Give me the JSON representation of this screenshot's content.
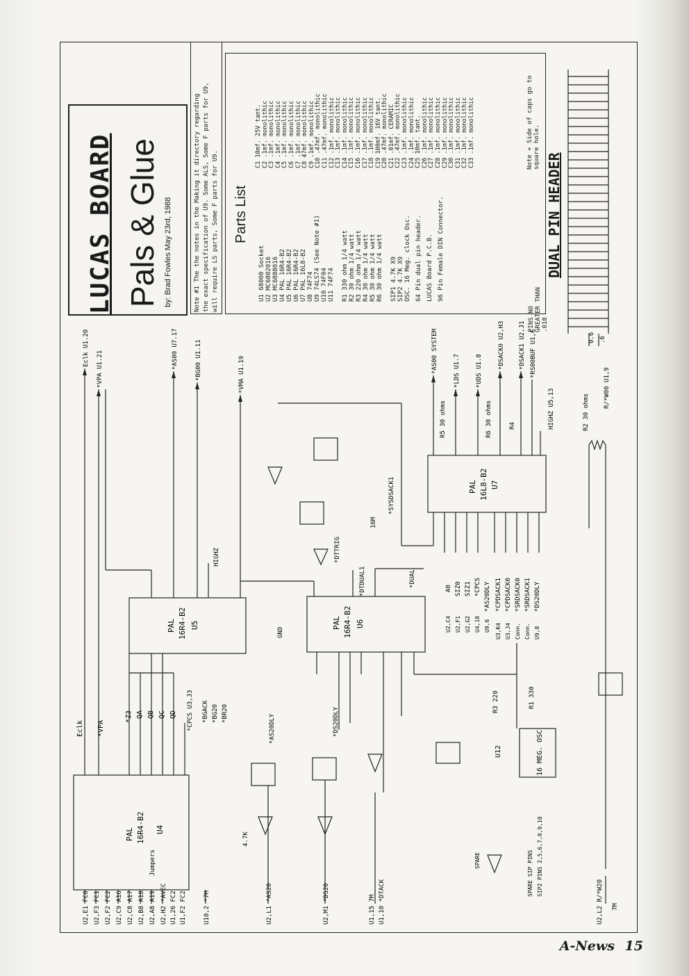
{
  "title": {
    "board": "LUCAS BOARD",
    "subtitle": "Pals & Glue",
    "byline": "by: Brad Fowles  May 23rd, 1988"
  },
  "note": [
    "Note #1 The the notes in the Making it directory regarding",
    "the exact specification of U9. Some ALS, Some F parts for U9,",
    "will require LS parts, Some F parts for U9."
  ],
  "parts_list": {
    "title": "Parts List",
    "ics": [
      "U1  68000 Socket",
      "U2  MC6802016",
      "U3  MC6888016",
      "U4  PAL 16R4-B2",
      "U5  PAL 16R4-B2",
      "U6  PAL 16R4-B2",
      "U7  PAL 16L8-B2",
      "U8  74F74",
      "U9  74LS74 (See Note #1)",
      "U10 74F04",
      "U11 74F74"
    ],
    "resistors": [
      "R1  330 ohm 1/4 watt",
      "R2  30 ohm 1/4 watt",
      "R3  220 ohm 1/4 watt",
      "R4  30 ohm 1/4 watt",
      "R5  30 ohm 1/4 watt",
      "R6  30 ohm 1/4 watt"
    ],
    "misc": [
      "SIP1  4.7K X9",
      "SIP2  4.7K X9",
      "OSC.  16 Meg. clock Osc.",
      "64 Pin dual pin header.",
      "LUCAS Board P.C.B.",
      "96 Pin Female DIN Connector."
    ],
    "caps": [
      "C1  10mf. 25V tant.",
      "C2  .1mf. monolithic",
      "C3  .1mf. monolithic",
      "C4  .1mf. monolithic",
      "C5  .1mf. monolithic",
      "C6  .1mf. monolithic",
      "C7  .1mf. monolithic",
      "C8  47mf. monolithic",
      "C9  .1mf. monolithic",
      "C10 .47mf. monolithic",
      "C11 .47mf. monolithic",
      "C12 .1mf. monolithic",
      "C13 .1mf. monolithic",
      "C14 .1mf. monolithic",
      "C15 .1mf. monolithic",
      "C16 .1mf. monolithic",
      "C17 .1mf. monolithic",
      "C18 .1mf. monolithic",
      "C19 100mf. 16V tant.",
      "C20 .47mf. monolithic",
      "C21 .01mf. CERAMIC",
      "C22 .47mf. monolithic",
      "C23 .1mf. monolithic",
      "C24 .1mf. monolithic",
      "C25 10mf. tant.",
      "C26 .1mf. monolithic",
      "C27 .1mf. monolithic",
      "C28 .1mf. monolithic",
      "C29 .1mf. monolithic",
      "C30 .1mf. monolithic",
      "C31 .1mf. monolithic",
      "C32 .1mf. monolithic",
      "C33 .1mf. monolithic"
    ],
    "caps_note": "Note + Side of caps go to square hole."
  },
  "header": {
    "label": "DUAL PIN HEADER",
    "pins_note": "PINS NO GREATER THAN .018",
    "dim_a": "0.6",
    "dim_b": ".6"
  },
  "chips": {
    "u4": {
      "type": "PAL",
      "part": "16R4-B2",
      "ref": "U4"
    },
    "u5": {
      "type": "PAL",
      "part": "16R4-B2",
      "ref": "U5"
    },
    "u6": {
      "type": "PAL",
      "part": "16R4-B2",
      "ref": "U6"
    },
    "u7": {
      "type": "PAL",
      "part": "16L8-B2",
      "ref": "U7"
    },
    "u12": {
      "type": "16 MEG. OSC",
      "ref": "U12"
    }
  },
  "right_signals": [
    "Eclk U1.20",
    "*VPA U1.21",
    "*AS00 U7.17",
    "*BG00 U1.11",
    "*VMA U1.19",
    "*AS00 SYSTEM",
    "*LDS U1.7",
    "*UDS U1.8",
    "*DSACK0 U2,H3",
    "*DSACK1 U2,J1",
    "*RS00BUF U1,6",
    "HIGHZ U5,13",
    "R/*W00 U1,9"
  ],
  "left_signals": [
    "U2,E1  FC0",
    "U2,F3  FC1",
    "U2,F2  FC2",
    "U2,C9  A16",
    "U2,C8  A17",
    "U2,B8  A18",
    "U2,A8  A19",
    "U2,H2 *AVEC",
    "U1,26  FC2",
    "U1,F2  FC2",
    "U10,2 *7M",
    "U2,L1 *AS20",
    "U2,M1 *DS20",
    "U1,15  7M",
    "U1,10 *DTACK",
    "U2,L2 R/*W20",
    "7M"
  ],
  "middle_labels": {
    "eclk": "Eclk",
    "vpa": "*VPA",
    "z3": "*Z3",
    "qa": "QA",
    "qb": "QB",
    "qc": "QC",
    "qd": "QD",
    "cpcs": "*CPCS U3,J3",
    "bgack": "*BGACK",
    "bg20": "*BG20",
    "br20": "*BR20",
    "jumpers": "Jumpers",
    "highz": "HIGHZ",
    "dtrig": "*DTTRIG",
    "dtdual": "*DTDUAL1",
    "dual": "*DUAL",
    "sysdsack": "*SYSDSACK1",
    "m16": "16M",
    "gnd": "GND",
    "as20dly": "*AS20DLY",
    "ds20dly": "*DS20DLY",
    "spare": "SPARE",
    "spare_sip": "SPARE SIP PINS",
    "sip2_pins": "SIP2 PINS 2,5,6,7,8,9,10",
    "k47": "4.7K",
    "r3": "R3 220",
    "r1": "R1 330",
    "r2": "R2 30 ohms",
    "r4": "R4",
    "r5": "R5 30 ohms",
    "r6": "R6 30 ohms",
    "u7_inputs": [
      "A0",
      "SIZ0",
      "SIZ1",
      "*CPCS",
      "*AS20DLY",
      "*CPDSACK1",
      "*CPDSACK0",
      "*SRDSACK0",
      "*SRDSACK1",
      "*DS20DLY"
    ],
    "u7_pins_left": [
      "U2,C4",
      "U2,F1",
      "U2,G2",
      "U4,18",
      "U9,6",
      "U3,K4",
      "U3,J4",
      "Conn.",
      "Conn.",
      "U9,8"
    ]
  },
  "footer": {
    "publication": "A-News",
    "page": "15"
  }
}
